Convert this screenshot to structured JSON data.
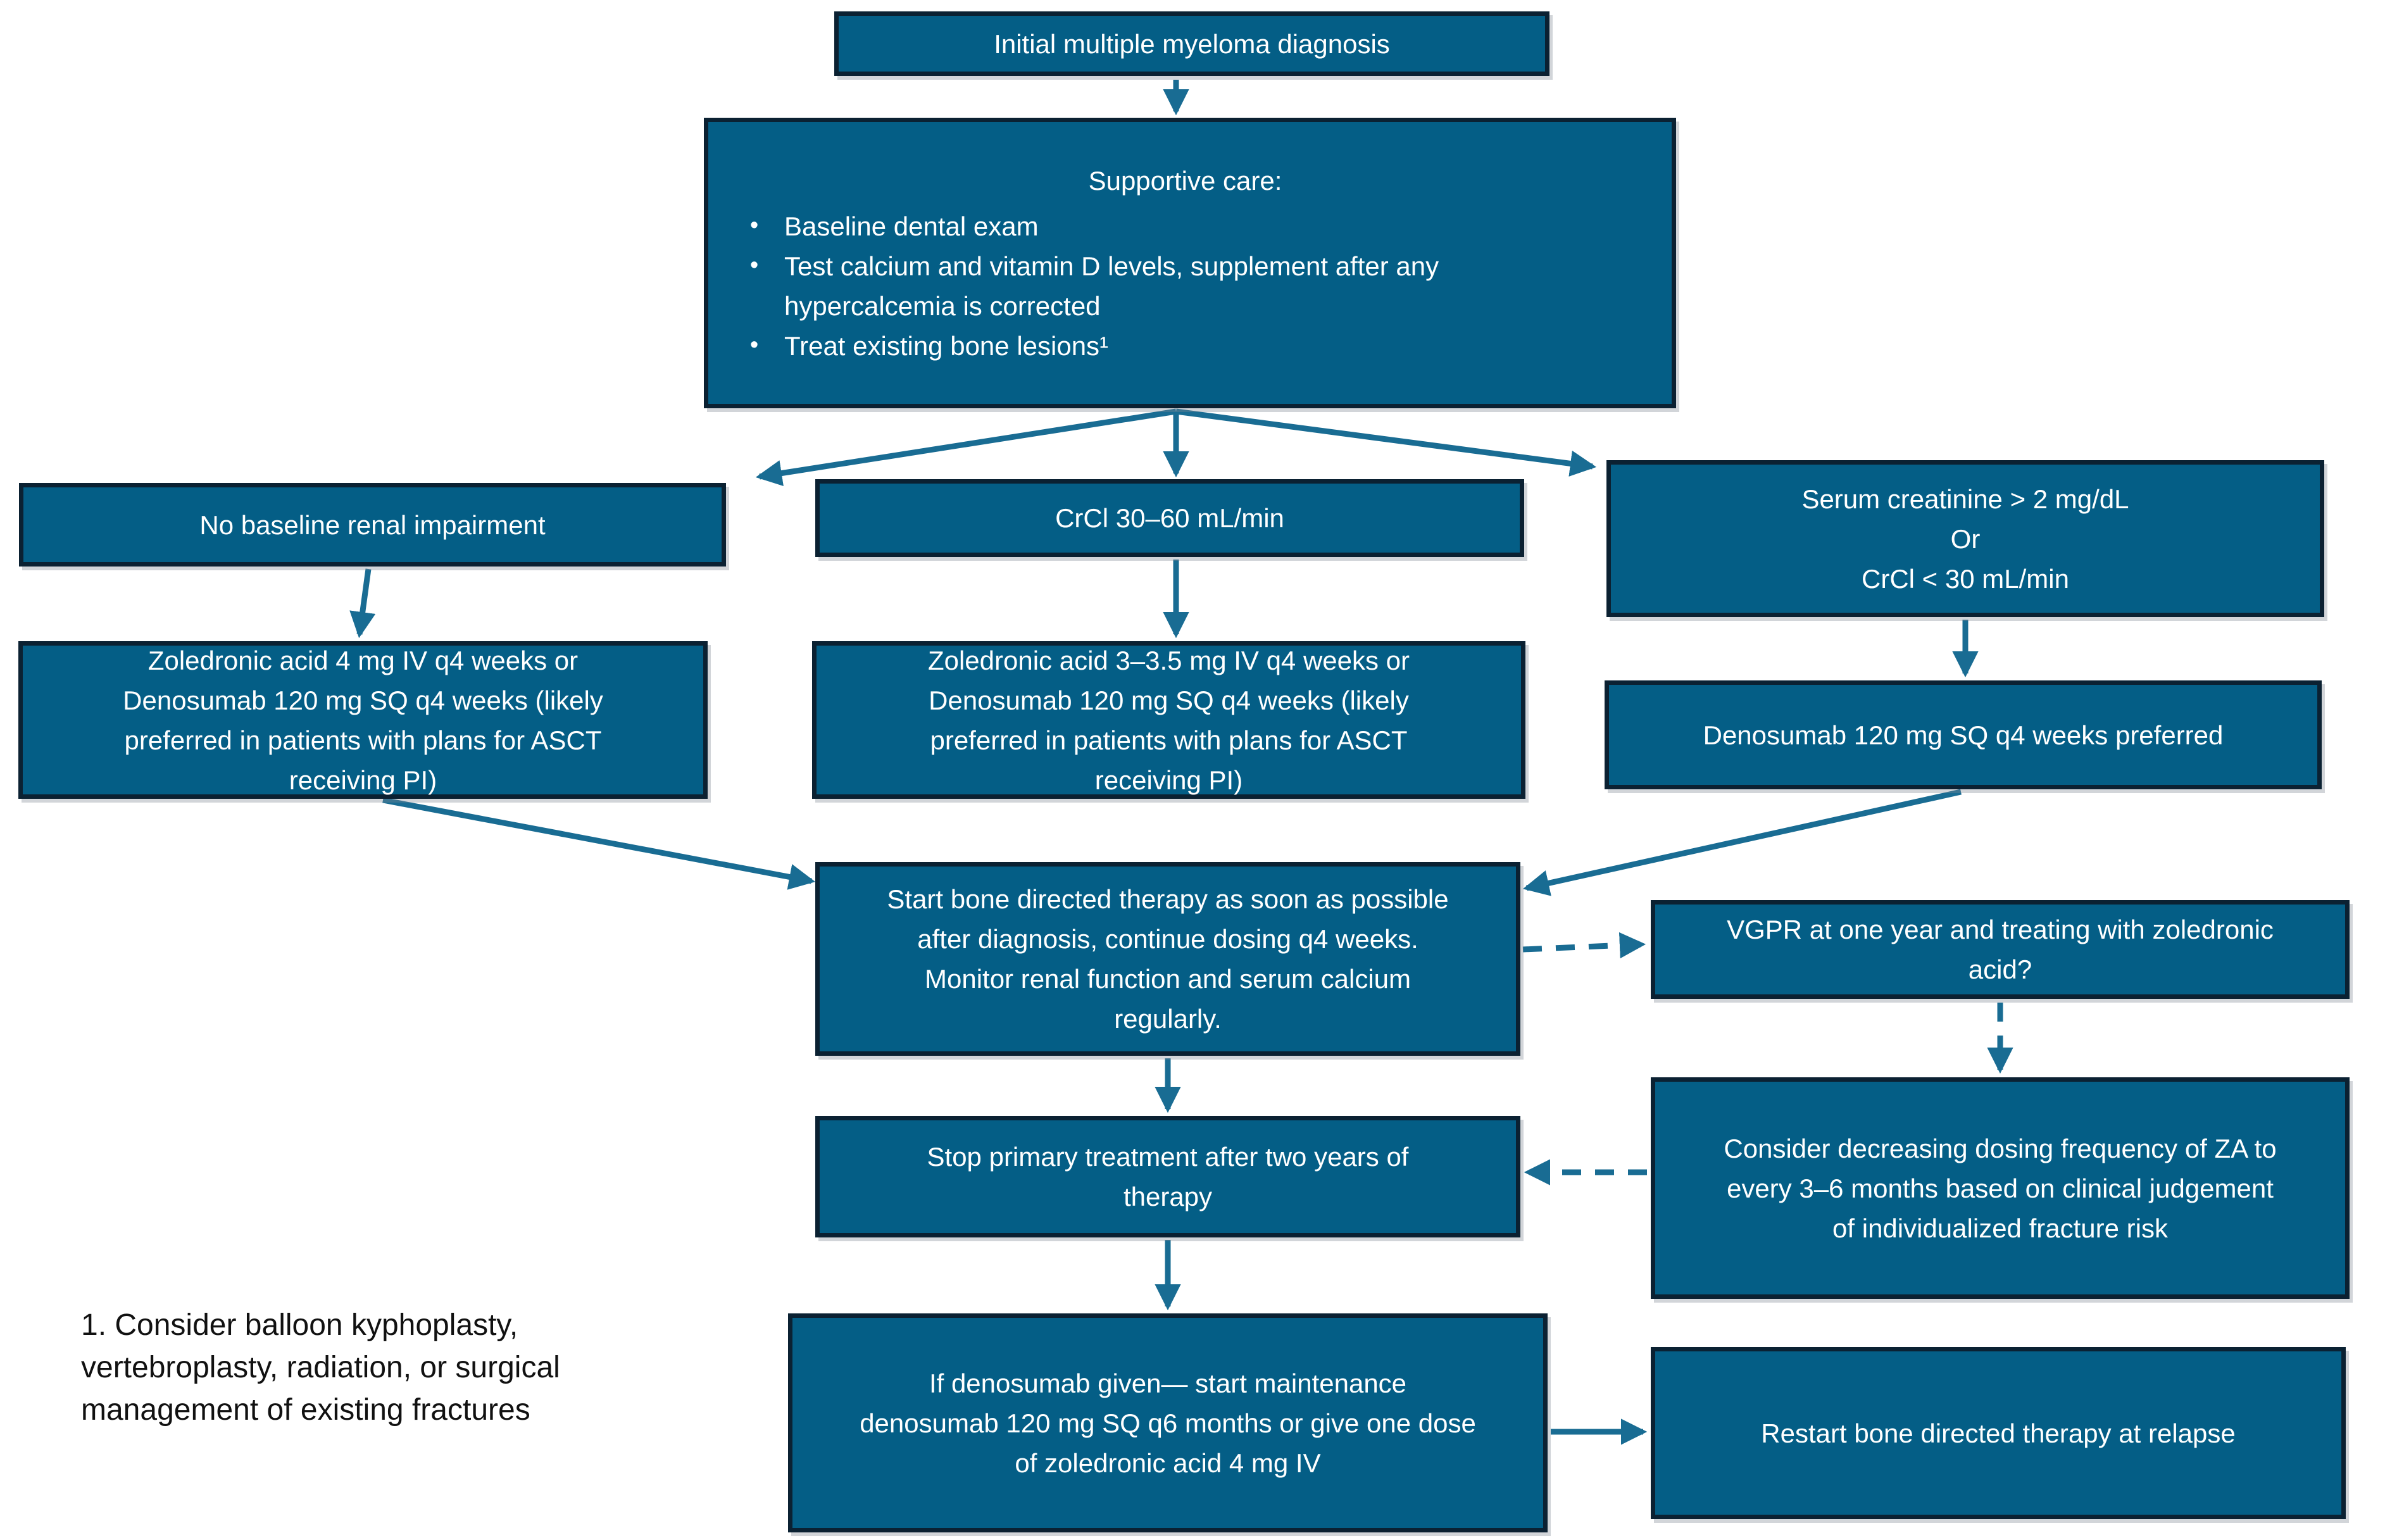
{
  "diagram": {
    "background_color": "#FFFFFF",
    "box_fill_color": "#045E86",
    "box_border_color": "#0B2132",
    "arrow_color": "#196C93",
    "box_text_color": "#FFFFFF",
    "footnote_text_color": "#111111",
    "bullet_glyph": "•"
  },
  "nodes": {
    "initial": {
      "text": "Initial multiple myeloma diagnosis"
    },
    "supportive": {
      "title": "Supportive care:",
      "bullets": [
        "Baseline dental exam",
        "Test calcium and vitamin D levels, supplement after any\nhypercalcemia is corrected",
        "Treat existing bone lesions¹"
      ]
    },
    "no_renal": {
      "text": "No baseline renal impairment"
    },
    "crcl_30_60": {
      "text": "CrCl 30–60 mL/min"
    },
    "serum_creatinine": {
      "text": "Serum creatinine > 2 mg/dL\nOr\nCrCl < 30 mL/min"
    },
    "zoledronic_4": {
      "text": "Zoledronic acid 4 mg IV q4 weeks or\nDenosumab 120 mg SQ q4 weeks (likely\npreferred in patients with plans for ASCT\nreceiving PI)"
    },
    "zoledronic_3_35": {
      "text": "Zoledronic acid 3–3.5 mg IV q4 weeks or\nDenosumab 120 mg SQ q4 weeks (likely\npreferred in patients with plans for ASCT\nreceiving PI)"
    },
    "denosumab_preferred": {
      "text": "Denosumab 120 mg SQ q4 weeks preferred"
    },
    "start_therapy": {
      "text": "Start bone directed therapy as soon as possible\nafter diagnosis, continue dosing q4 weeks.\nMonitor renal function and serum calcium\nregularly."
    },
    "vgpr": {
      "text": "VGPR at one year and treating with zoledronic\nacid?"
    },
    "consider_za": {
      "text": "Consider decreasing dosing frequency of ZA to\nevery 3–6 months based on clinical judgement\nof individualized fracture risk"
    },
    "stop_primary": {
      "text": "Stop primary treatment after two years of\ntherapy"
    },
    "if_denosumab": {
      "text": "If denosumab given— start maintenance\ndenosumab 120 mg SQ q6 months or give one dose\nof zoledronic acid 4 mg IV"
    },
    "restart": {
      "text": "Restart bone directed therapy at relapse"
    }
  },
  "footnote": "1. Consider balloon kyphoplasty,\nvertebroplasty, radiation, or surgical\nmanagement of existing fractures"
}
